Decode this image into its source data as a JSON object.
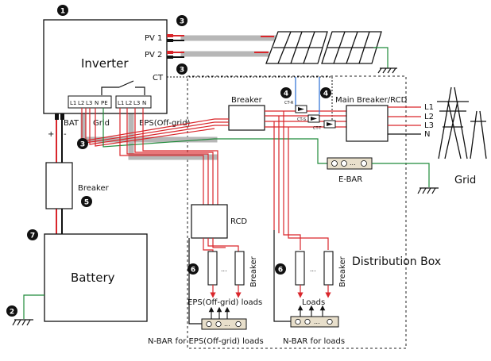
{
  "inverter": {
    "title": "Inverter",
    "pv1": "PV 1",
    "pv2": "PV 2",
    "ct": "CT",
    "bat": "BAT",
    "bat_plus": "+",
    "bat_minus": "-",
    "grid": "Grid",
    "eps": "EPS(Off-grid)",
    "grid_terminals": [
      "L1",
      "L2",
      "L3",
      "N",
      "PE"
    ],
    "eps_terminals": [
      "L1",
      "L2",
      "L3",
      "N"
    ]
  },
  "markers": {
    "m1": "1",
    "m2": "2",
    "m3": "3",
    "m4": "4",
    "m5": "5",
    "m6": "6",
    "m7": "7"
  },
  "components": {
    "breaker": "Breaker",
    "main_breaker": "Main Breaker/RCD",
    "rcd": "RCD",
    "battery": "Battery",
    "ebar": "E-BAR",
    "grid": "Grid",
    "distribution_box": "Distribution Box",
    "ct_r": "CT-R",
    "ct_s": "CT-S",
    "ct_t": "CT-T",
    "dots": "...",
    "breaker_vertical": "Breaker"
  },
  "lines": [
    "L1",
    "L2",
    "L3",
    "N"
  ],
  "loads": {
    "eps_loads": "EPS(Off-grid) loads",
    "loads": "Loads",
    "nbar_eps": "N-BAR for EPS(Off-grid) loads",
    "nbar_loads": "N-BAR for loads"
  },
  "colors": {
    "red": "#d9262b",
    "green": "#1f8b3a",
    "blue": "#2a6fd6",
    "gray": "#b7b7b7",
    "dark": "#111111"
  }
}
